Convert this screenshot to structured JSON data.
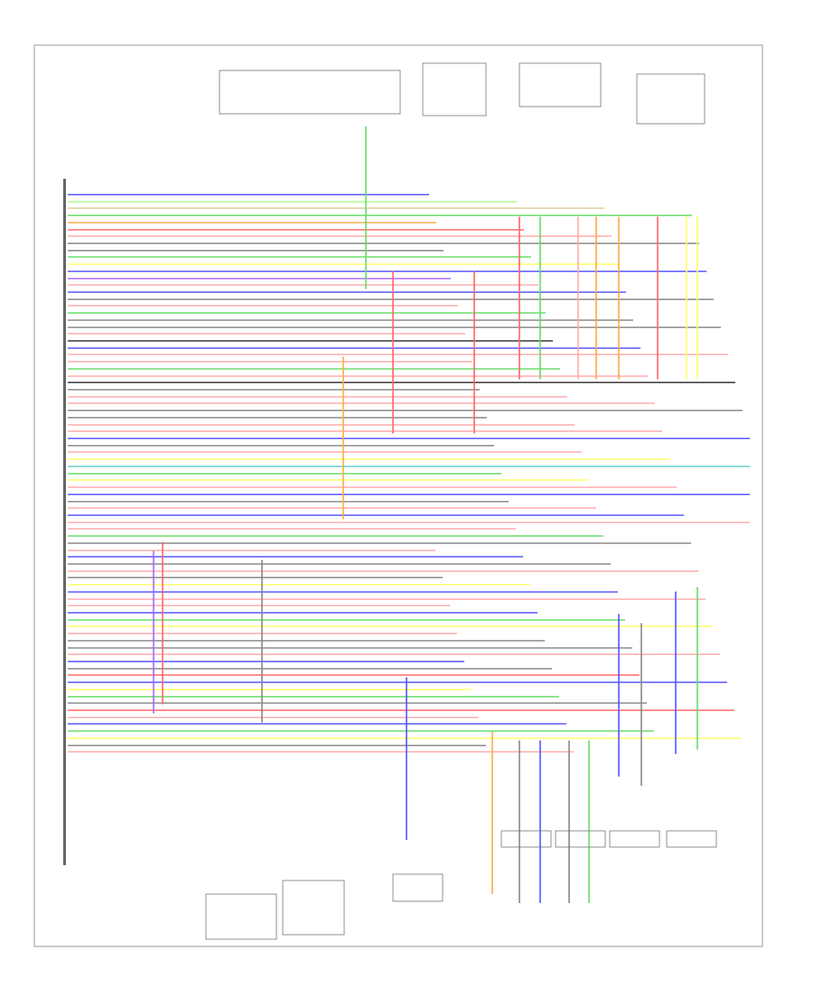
{
  "diagram": {
    "colors": {
      "blue": "#5555ff",
      "red": "#ff6666",
      "green": "#66dd66",
      "yellow": "#ffff66",
      "orange": "#ffaa44",
      "gray": "#888888",
      "black": "#333333",
      "pink": "#ffaaaa",
      "violet": "#aa66ff",
      "tan": "#ddcc99",
      "ltgreen": "#aaff88",
      "cyan": "#66cccc"
    },
    "wires": [
      [
        "L",
        62,
        "blue"
      ],
      [
        "L",
        74,
        "ltgreen"
      ],
      [
        "L",
        84,
        "tan"
      ],
      [
        "L",
        95,
        "green"
      ],
      [
        "L",
        108,
        "orange"
      ],
      [
        "L",
        122,
        "red"
      ],
      [
        "L",
        132,
        "pink"
      ],
      [
        "L",
        142,
        "gray"
      ],
      [
        "L",
        155,
        "gray"
      ],
      [
        "L",
        162,
        "green"
      ],
      [
        "L",
        168,
        "yellow"
      ],
      [
        "L",
        178,
        "blue"
      ],
      [
        "L",
        185,
        "violet"
      ],
      [
        "L",
        192,
        "pink"
      ],
      [
        "L",
        200,
        "blue"
      ],
      [
        "L",
        208,
        "gray"
      ],
      [
        "L",
        215,
        "pink"
      ],
      [
        "L",
        224,
        "green"
      ],
      [
        "L",
        232,
        "gray"
      ],
      [
        "L",
        248,
        "gray"
      ],
      [
        "L",
        256,
        "pink"
      ],
      [
        "L",
        262,
        "black"
      ],
      [
        "L",
        270,
        "blue"
      ],
      [
        "L",
        282,
        "pink"
      ],
      [
        "L",
        290,
        "pink"
      ],
      [
        "L",
        300,
        "green"
      ],
      [
        "L",
        306,
        "pink"
      ],
      [
        "L",
        314,
        "black"
      ],
      [
        "L",
        322,
        "gray"
      ],
      [
        "L",
        340,
        "pink"
      ],
      [
        "L",
        348,
        "pink"
      ],
      [
        "L",
        362,
        "gray"
      ],
      [
        "L",
        370,
        "gray"
      ],
      [
        "L",
        380,
        "pink"
      ],
      [
        "L",
        388,
        "pink"
      ],
      [
        "L",
        396,
        "blue"
      ],
      [
        "L",
        404,
        "gray"
      ],
      [
        "L",
        410,
        "pink"
      ],
      [
        "L",
        418,
        "yellow"
      ],
      [
        "L",
        424,
        "cyan"
      ],
      [
        "L",
        432,
        "green"
      ],
      [
        "L",
        440,
        "yellow"
      ],
      [
        "L",
        448,
        "pink"
      ],
      [
        "L",
        456,
        "blue"
      ],
      [
        "L",
        464,
        "gray"
      ],
      [
        "L",
        472,
        "pink"
      ],
      [
        "L",
        478,
        "blue"
      ],
      [
        "L",
        490,
        "pink"
      ],
      [
        "L",
        498,
        "pink"
      ],
      [
        "L",
        506,
        "green"
      ],
      [
        "L",
        514,
        "gray"
      ],
      [
        "L",
        522,
        "pink"
      ],
      [
        "L",
        530,
        "blue"
      ],
      [
        "L",
        538,
        "gray"
      ],
      [
        "L",
        546,
        "pink"
      ],
      [
        "L",
        554,
        "gray"
      ],
      [
        "L",
        560,
        "yellow"
      ],
      [
        "L",
        568,
        "blue"
      ],
      [
        "L",
        576,
        "pink"
      ],
      [
        "L",
        584,
        "pink"
      ],
      [
        "L",
        590,
        "blue"
      ],
      [
        "L",
        598,
        "green"
      ],
      [
        "L",
        606,
        "yellow"
      ],
      [
        "L",
        614,
        "pink"
      ],
      [
        "L",
        624,
        "gray"
      ],
      [
        "L",
        632,
        "gray"
      ],
      [
        "L",
        640,
        "pink"
      ],
      [
        "L",
        650,
        "blue"
      ],
      [
        "L",
        658,
        "gray"
      ],
      [
        "L",
        664,
        "red"
      ],
      [
        "L",
        676,
        "blue"
      ],
      [
        "L",
        684,
        "yellow"
      ],
      [
        "L",
        692,
        "green"
      ],
      [
        "L",
        700,
        "gray"
      ],
      [
        "L",
        708,
        "red"
      ],
      [
        "L",
        716,
        "pink"
      ],
      [
        "L",
        724,
        "blue"
      ],
      [
        "L",
        730,
        "green"
      ],
      [
        "L",
        738,
        "yellow"
      ],
      [
        "L",
        748,
        "gray"
      ],
      [
        "L",
        756,
        "pink"
      ],
      [
        "L",
        764,
        "blue"
      ],
      [
        "L",
        772,
        "red"
      ],
      [
        "L",
        780,
        "gray"
      ],
      [
        "L",
        786,
        "green"
      ],
      [
        "L",
        794,
        "yellow"
      ],
      [
        "L",
        802,
        "blue"
      ],
      [
        "L",
        810,
        "pink"
      ],
      [
        "L",
        818,
        "gray"
      ],
      [
        "L",
        826,
        "red"
      ],
      [
        "L",
        834,
        "green"
      ]
    ]
  }
}
